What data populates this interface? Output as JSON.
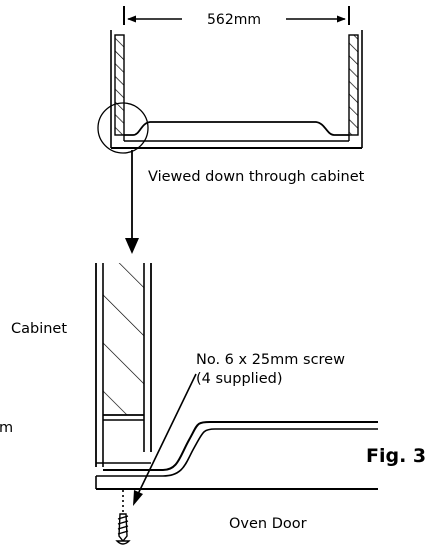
{
  "labels": {
    "dimension": "562mm",
    "viewed_down": "Viewed down through cabinet",
    "cabinet": "Cabinet",
    "screw_line1": "No. 6 x 25mm screw",
    "screw_line2": "(4 supplied)",
    "cut_off": "m",
    "figure": "Fig. 3",
    "oven_door": "Oven Door"
  }
}
